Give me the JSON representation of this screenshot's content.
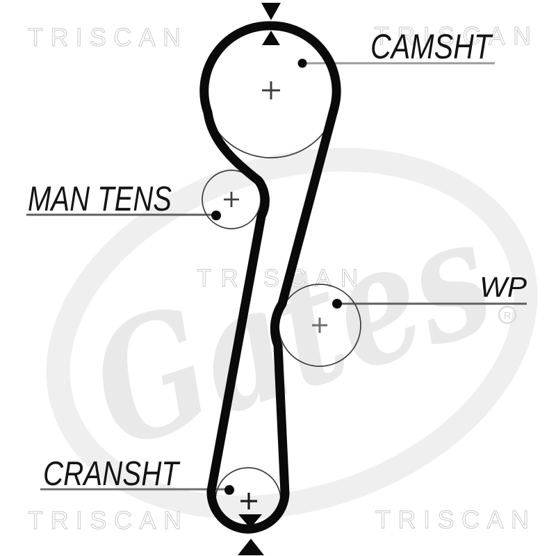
{
  "diagram": {
    "type": "timing-belt-routing",
    "labels": {
      "camshaft": "CAMSHT",
      "manual_tensioner": "MAN TENS",
      "water_pump": "WP",
      "crankshaft": "CRANSHT"
    }
  },
  "watermarks": {
    "triscan": "TRISCAN",
    "gates": "Gates",
    "registered": "R"
  },
  "colors": {
    "background": "#ffffff",
    "belt": "#0a0a0a",
    "pulley_outline": "#3c3c3c",
    "leader_line_light": "#9a9a9a",
    "leader_line_dark": "#5f5f5f",
    "label_text": "#141414",
    "triscan_outline": "#c6c6c6",
    "gates_gray": "#e9e9e9"
  }
}
